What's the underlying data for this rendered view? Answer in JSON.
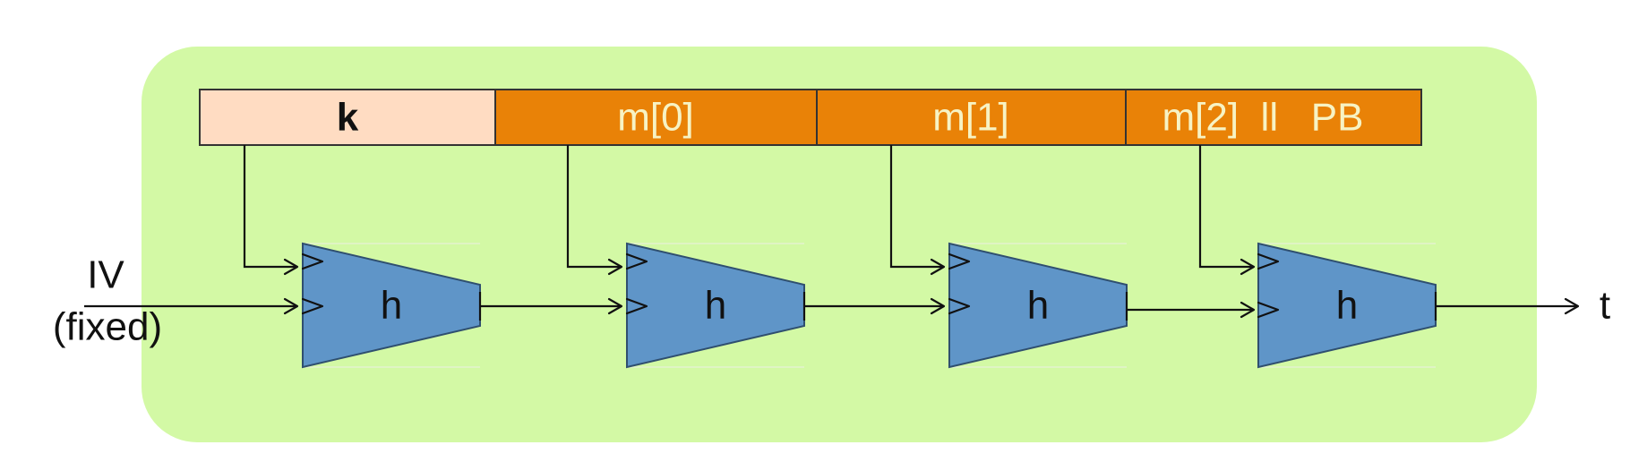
{
  "blocks": [
    {
      "label": "k",
      "fill": "#ffdcc2"
    },
    {
      "label": "m[0]",
      "fill": "#e98207"
    },
    {
      "label": "m[1]",
      "fill": "#e98207"
    },
    {
      "label": "m[2]  ll   PB",
      "fill": "#e98207"
    }
  ],
  "iv": {
    "line1": "IV",
    "line2": "(fixed)"
  },
  "h_label": "h",
  "output_label": "t",
  "colors": {
    "panel": "#d3f9a5",
    "function_fill": "#5f95c8",
    "key_block": "#ffdcc2",
    "message_block": "#e98207",
    "message_text": "#f7f3c4"
  }
}
